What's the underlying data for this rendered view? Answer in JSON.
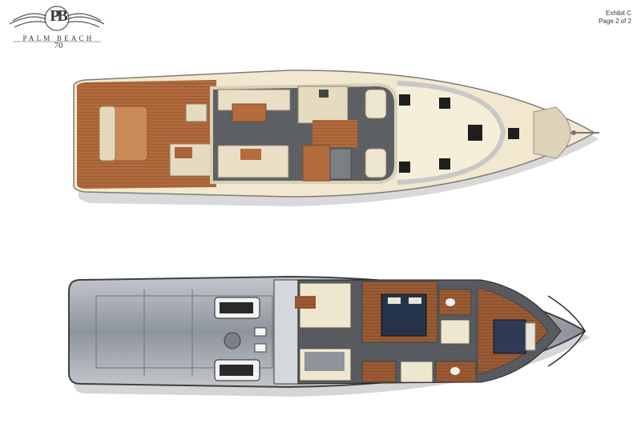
{
  "logo": {
    "monogram": "PB",
    "brand": "PALM BEACH",
    "model": "70"
  },
  "header": {
    "exhibit": "Exhibit C",
    "page": "Page 2 of 2"
  },
  "colors": {
    "teak": "#b06a3c",
    "cream": "#eee3c6",
    "hull_grey": "#8e949c",
    "dark_carpet": "#4a4d52",
    "navy_bed": "#25344a"
  }
}
